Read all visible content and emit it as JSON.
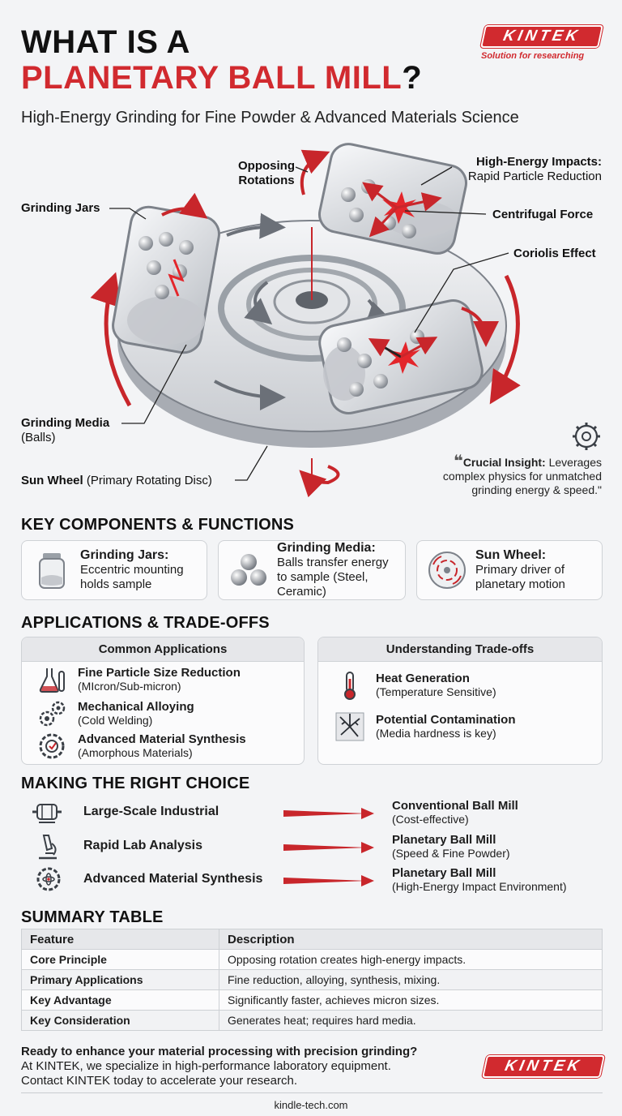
{
  "header": {
    "title_line1": "WHAT IS A",
    "title_line2": "PLANETARY BALL MILL",
    "title_mark": "?",
    "subtitle": "High-Energy Grinding for Fine Powder & Advanced Materials Science",
    "logo_text": "KINTEK",
    "logo_tagline": "Solution for researching"
  },
  "diagram": {
    "labels": {
      "opposing_rotations": "Opposing Rotations",
      "high_energy_title": "High-Energy Impacts:",
      "high_energy_sub": "Rapid Particle Reduction",
      "grinding_jars": "Grinding Jars",
      "centrifugal_force": "Centrifugal Force",
      "coriolis_effect": "Coriolis Effect",
      "grinding_media_title": "Grinding Media",
      "grinding_media_sub": "(Balls)",
      "sun_wheel_title": "Sun Wheel",
      "sun_wheel_sub": "(Primary Rotating Disc)"
    },
    "insight": {
      "lead": "Crucial Insight:",
      "line1": " Leverages",
      "line2": "complex physics for unmatched",
      "line3": "grinding energy & speed.\""
    }
  },
  "components": {
    "heading": "KEY COMPONENTS & FUNCTIONS",
    "items": [
      {
        "title": "Grinding Jars:",
        "desc": "Eccentric mounting holds sample",
        "icon": "jar-icon"
      },
      {
        "title": "Grinding Media:",
        "desc": "Balls transfer energy to sample (Steel, Ceramic)",
        "icon": "balls-icon"
      },
      {
        "title": "Sun Wheel:",
        "desc": "Primary driver of planetary motion",
        "icon": "sun-wheel-icon"
      }
    ]
  },
  "applications": {
    "heading": "APPLICATIONS & TRADE-OFFS",
    "common": {
      "title": "Common Applications",
      "items": [
        {
          "title": "Fine Particle Size Reduction",
          "sub": "(MIcron/Sub-micron)",
          "icon": "flask-icon"
        },
        {
          "title": "Mechanical Alloying",
          "sub": "(Cold Welding)",
          "icon": "gears-icon"
        },
        {
          "title": "Advanced Material Synthesis",
          "sub": "(Amorphous Materials)",
          "icon": "gear-target-icon"
        }
      ]
    },
    "tradeoffs": {
      "title": "Understanding Trade-offs",
      "items": [
        {
          "title": "Heat Generation",
          "sub": "(Temperature Sensitive)",
          "icon": "thermometer-icon"
        },
        {
          "title": "Potential Contamination",
          "sub": "(Media hardness is key)",
          "icon": "crack-icon"
        }
      ]
    }
  },
  "choice": {
    "heading": "MAKING THE RIGHT CHOICE",
    "rows": [
      {
        "need": "Large-Scale Industrial",
        "result": "Conventional Ball Mill",
        "note": "(Cost-effective)",
        "icon": "industrial-mill-icon"
      },
      {
        "need": "Rapid Lab Analysis",
        "result": "Planetary Ball Mill",
        "note": "(Speed & Fine Powder)",
        "icon": "microscope-icon"
      },
      {
        "need": "Advanced Material Synthesis",
        "result": "Planetary Ball Mill",
        "note": "(High-Energy Impact Environment)",
        "icon": "gear-atom-icon"
      }
    ]
  },
  "summary": {
    "heading": "SUMMARY TABLE",
    "columns": [
      "Feature",
      "Description"
    ],
    "rows": [
      [
        "Core Principle",
        "Opposing rotation creates high-energy impacts."
      ],
      [
        "Primary Applications",
        "Fine reduction, alloying, synthesis, mixing."
      ],
      [
        "Key Advantage",
        "Significantly faster, achieves micron sizes."
      ],
      [
        "Key Consideration",
        "Generates heat; requires hard media."
      ]
    ]
  },
  "footer": {
    "line1": "Ready to enhance your material processing with precision grinding?",
    "line2": "At KINTEK, we specialize in high-performance laboratory equipment.",
    "line3": "Contact KINTEK today to accelerate your research.",
    "logo_text": "KINTEK",
    "site": "kindle-tech.com"
  },
  "colors": {
    "accent": "#d12a2f",
    "text": "#111111",
    "panel_header": "#e6e7ea",
    "background": "#f3f4f6"
  }
}
